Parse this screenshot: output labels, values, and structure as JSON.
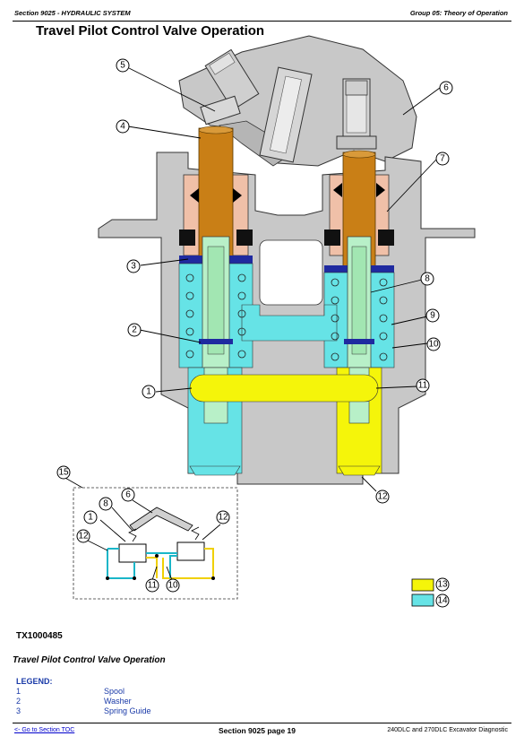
{
  "header": {
    "left": "Section 9025 - HYDRAULIC SYSTEM",
    "right": "Group 05: Theory of Operation"
  },
  "page_title": "Travel Pilot Control Valve Operation",
  "callouts": {
    "c1": "1",
    "c2": "2",
    "c3": "3",
    "c4": "4",
    "c5": "5",
    "c6": "6",
    "c7": "7",
    "c8": "8",
    "c9": "9",
    "c10": "10",
    "c11": "11",
    "c12": "12",
    "c13": "13",
    "c14": "14",
    "c15": "15"
  },
  "schematic_callouts": {
    "s1": "1",
    "s6": "6",
    "s8": "8",
    "s10": "10",
    "s11": "11",
    "s12a": "12",
    "s12b": "12"
  },
  "colors": {
    "body": "#c8c8c8",
    "spool": "#c97f16",
    "seal": "#f0c0a8",
    "cyan": "#66e3e6",
    "yellow": "#f5f50a",
    "dark_blue": "#1f2aa0"
  },
  "figure_id": "TX1000485",
  "caption": "Travel Pilot Control Valve Operation",
  "legend": {
    "title": "LEGEND:",
    "items": [
      {
        "num": "1",
        "label": "Spool"
      },
      {
        "num": "2",
        "label": "Washer"
      },
      {
        "num": "3",
        "label": "Spring Guide"
      }
    ]
  },
  "footer": {
    "toc_link": "<- Go to Section TOC",
    "page": "Section 9025 page 19",
    "product": "240DLC and 270DLC Excavator Diagnostic"
  }
}
